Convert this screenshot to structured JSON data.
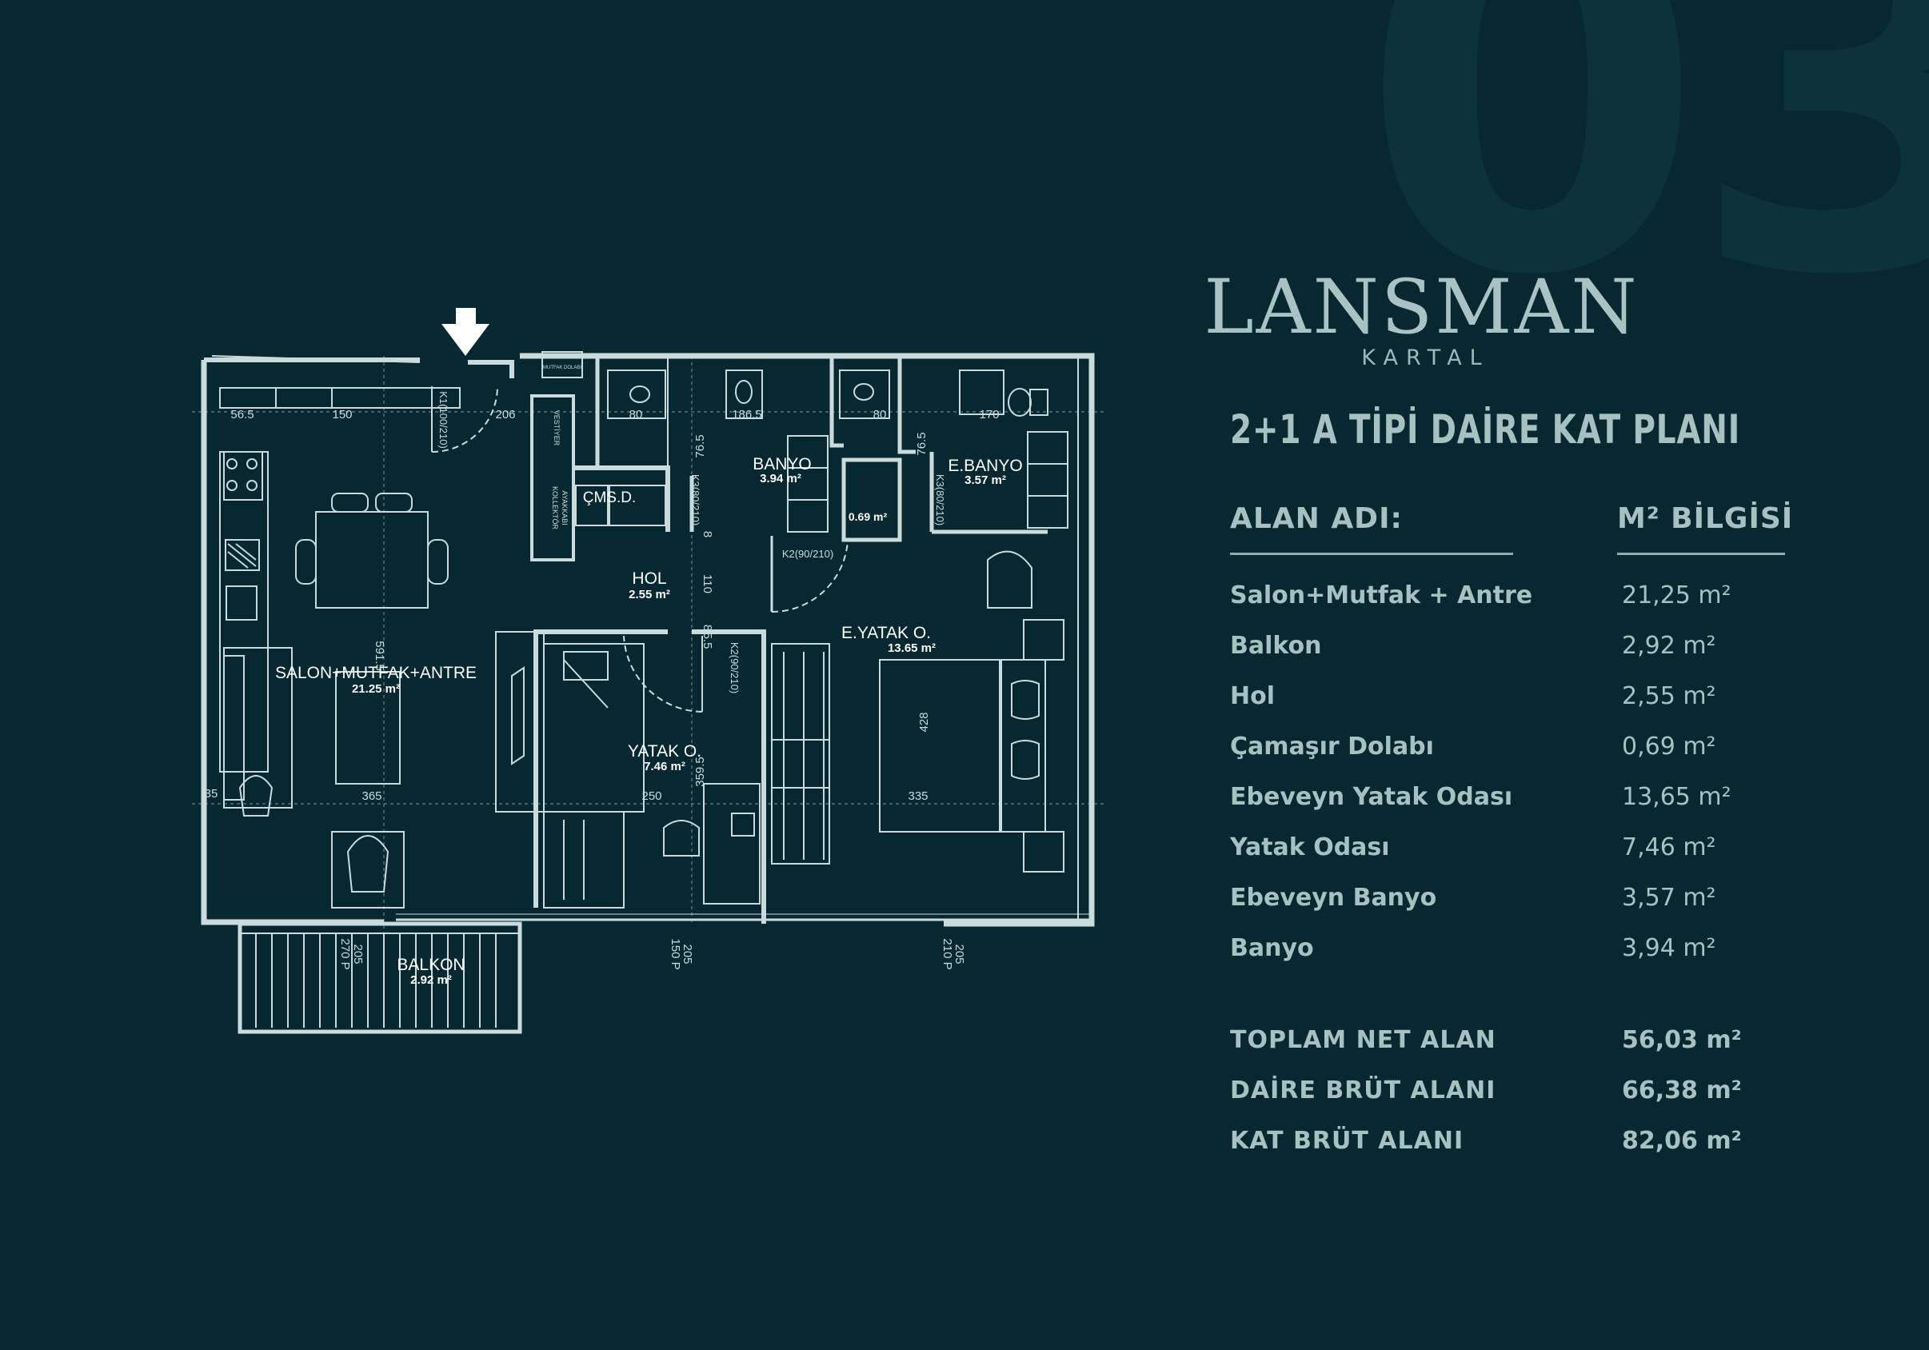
{
  "page_number": "03",
  "brand": {
    "name": "LANSMAN",
    "sub": "KARTAL"
  },
  "plan_title": "2+1 A TİPİ DAİRE KAT PLANI",
  "table": {
    "header_name": "ALAN ADI:",
    "header_value": "M² BİLGİSİ",
    "rows": [
      {
        "label": "Salon+Mutfak + Antre",
        "value": "21,25 m²"
      },
      {
        "label": "Balkon",
        "value": "2,92 m²"
      },
      {
        "label": "Hol",
        "value": "2,55 m²"
      },
      {
        "label": "Çamaşır Dolabı",
        "value": "0,69 m²"
      },
      {
        "label": "Ebeveyn Yatak Odası",
        "value": "13,65 m²"
      },
      {
        "label": "Yatak Odası",
        "value": "7,46 m²"
      },
      {
        "label": "Ebeveyn Banyo",
        "value": "3,57 m²"
      },
      {
        "label": "Banyo",
        "value": "3,94 m²"
      }
    ],
    "totals": [
      {
        "label": "TOPLAM NET ALAN",
        "value": "56,03 m²"
      },
      {
        "label": "DAİRE BRÜT ALANI",
        "value": "66,38 m²"
      },
      {
        "label": "KAT BRÜT ALANI",
        "value": "82,06 m²"
      }
    ]
  },
  "floorplan": {
    "rooms": {
      "salon_name": "SALON+MUTFAK+ANTRE",
      "salon_area": "21.25 m²",
      "hol_name": "HOL",
      "hol_area": "2.55 m²",
      "banyo_name": "BANYO",
      "banyo_area": "3.94 m²",
      "ebanyo_name": "E.BANYO",
      "ebanyo_area": "3.57 m²",
      "cms_name": "ÇMS.D.",
      "cms_area": "0.69 m²",
      "eyatak_name": "E.YATAK O.",
      "eyatak_area": "13.65 m²",
      "yatak_name": "YATAK O.",
      "yatak_area": "7.46 m²",
      "balkon_name": "BALKON",
      "balkon_area": "2.92 m²"
    },
    "labels": {
      "vestiyer": "VESTİYER",
      "ayakkabi": "AYAKKABI",
      "kollektor": "KOLLEKTÖR",
      "mutfak_dolabi": "MUTFAK DOLABI",
      "door_entry": "K1(100/210)",
      "door_banyo": "K3(80/210)",
      "door_ebanyo": "K3(80/210)",
      "door_hol": "K2(90/210)",
      "door_yatak": "K2(90/210)"
    },
    "dimensions": {
      "d_565": "56.5",
      "d_150": "150",
      "d_206": "206",
      "d_170": "170",
      "d_80a": "80",
      "d_1865": "186.5",
      "d_80b": "80",
      "d_765a": "76.5",
      "d_765b": "76.5",
      "d_5915": "591.5",
      "d_110": "110",
      "d_8a": "8",
      "d_8b": "8",
      "d_55": "5.5",
      "d_3595": "359.5",
      "d_250": "250",
      "d_335": "335",
      "d_428": "428",
      "d_365": "365",
      "d_35": "35",
      "d_205a": "205",
      "d_270p": "270 P",
      "d_205b": "205",
      "d_150p": "150 P",
      "d_205c": "205",
      "d_210p": "210 P"
    }
  }
}
